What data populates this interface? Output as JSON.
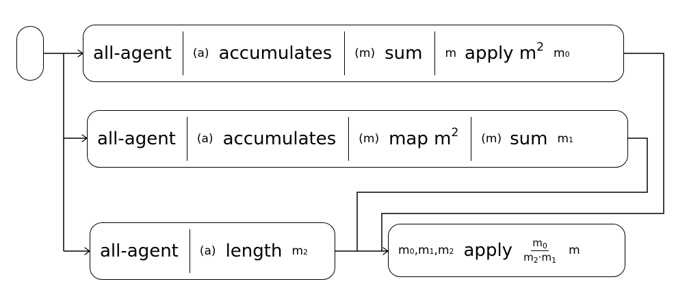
{
  "rows": [
    {
      "stages": [
        {
          "label": "all-agent"
        },
        {
          "input": "(a)",
          "label": "accumulates"
        },
        {
          "input": "(m)",
          "label": "sum"
        },
        {
          "input": "m",
          "label": "apply m",
          "power": "2"
        }
      ],
      "output": {
        "base": "m",
        "sub": "0"
      }
    },
    {
      "stages": [
        {
          "label": "all-agent"
        },
        {
          "input": "(a)",
          "label": "accumulates"
        },
        {
          "input": "(m)",
          "label": "map m",
          "power": "2"
        },
        {
          "input": "(m)",
          "label": "sum"
        }
      ],
      "output": {
        "base": "m",
        "sub": "1"
      }
    },
    {
      "stages": [
        {
          "label": "all-agent"
        },
        {
          "input": "(a)",
          "label": "length"
        }
      ],
      "output": {
        "base": "m",
        "sub": "2"
      }
    }
  ],
  "final": {
    "inputs": [
      {
        "base": "m",
        "sub": "0"
      },
      {
        "base": "m",
        "sub": "1"
      },
      {
        "base": "m",
        "sub": "2"
      }
    ],
    "label": "apply",
    "fraction": {
      "numerator": {
        "base": "m",
        "sub": "0"
      },
      "denominator": [
        {
          "base": "m",
          "sub": "2"
        },
        {
          "base": "m",
          "sub": "1"
        }
      ]
    },
    "output": "m"
  }
}
